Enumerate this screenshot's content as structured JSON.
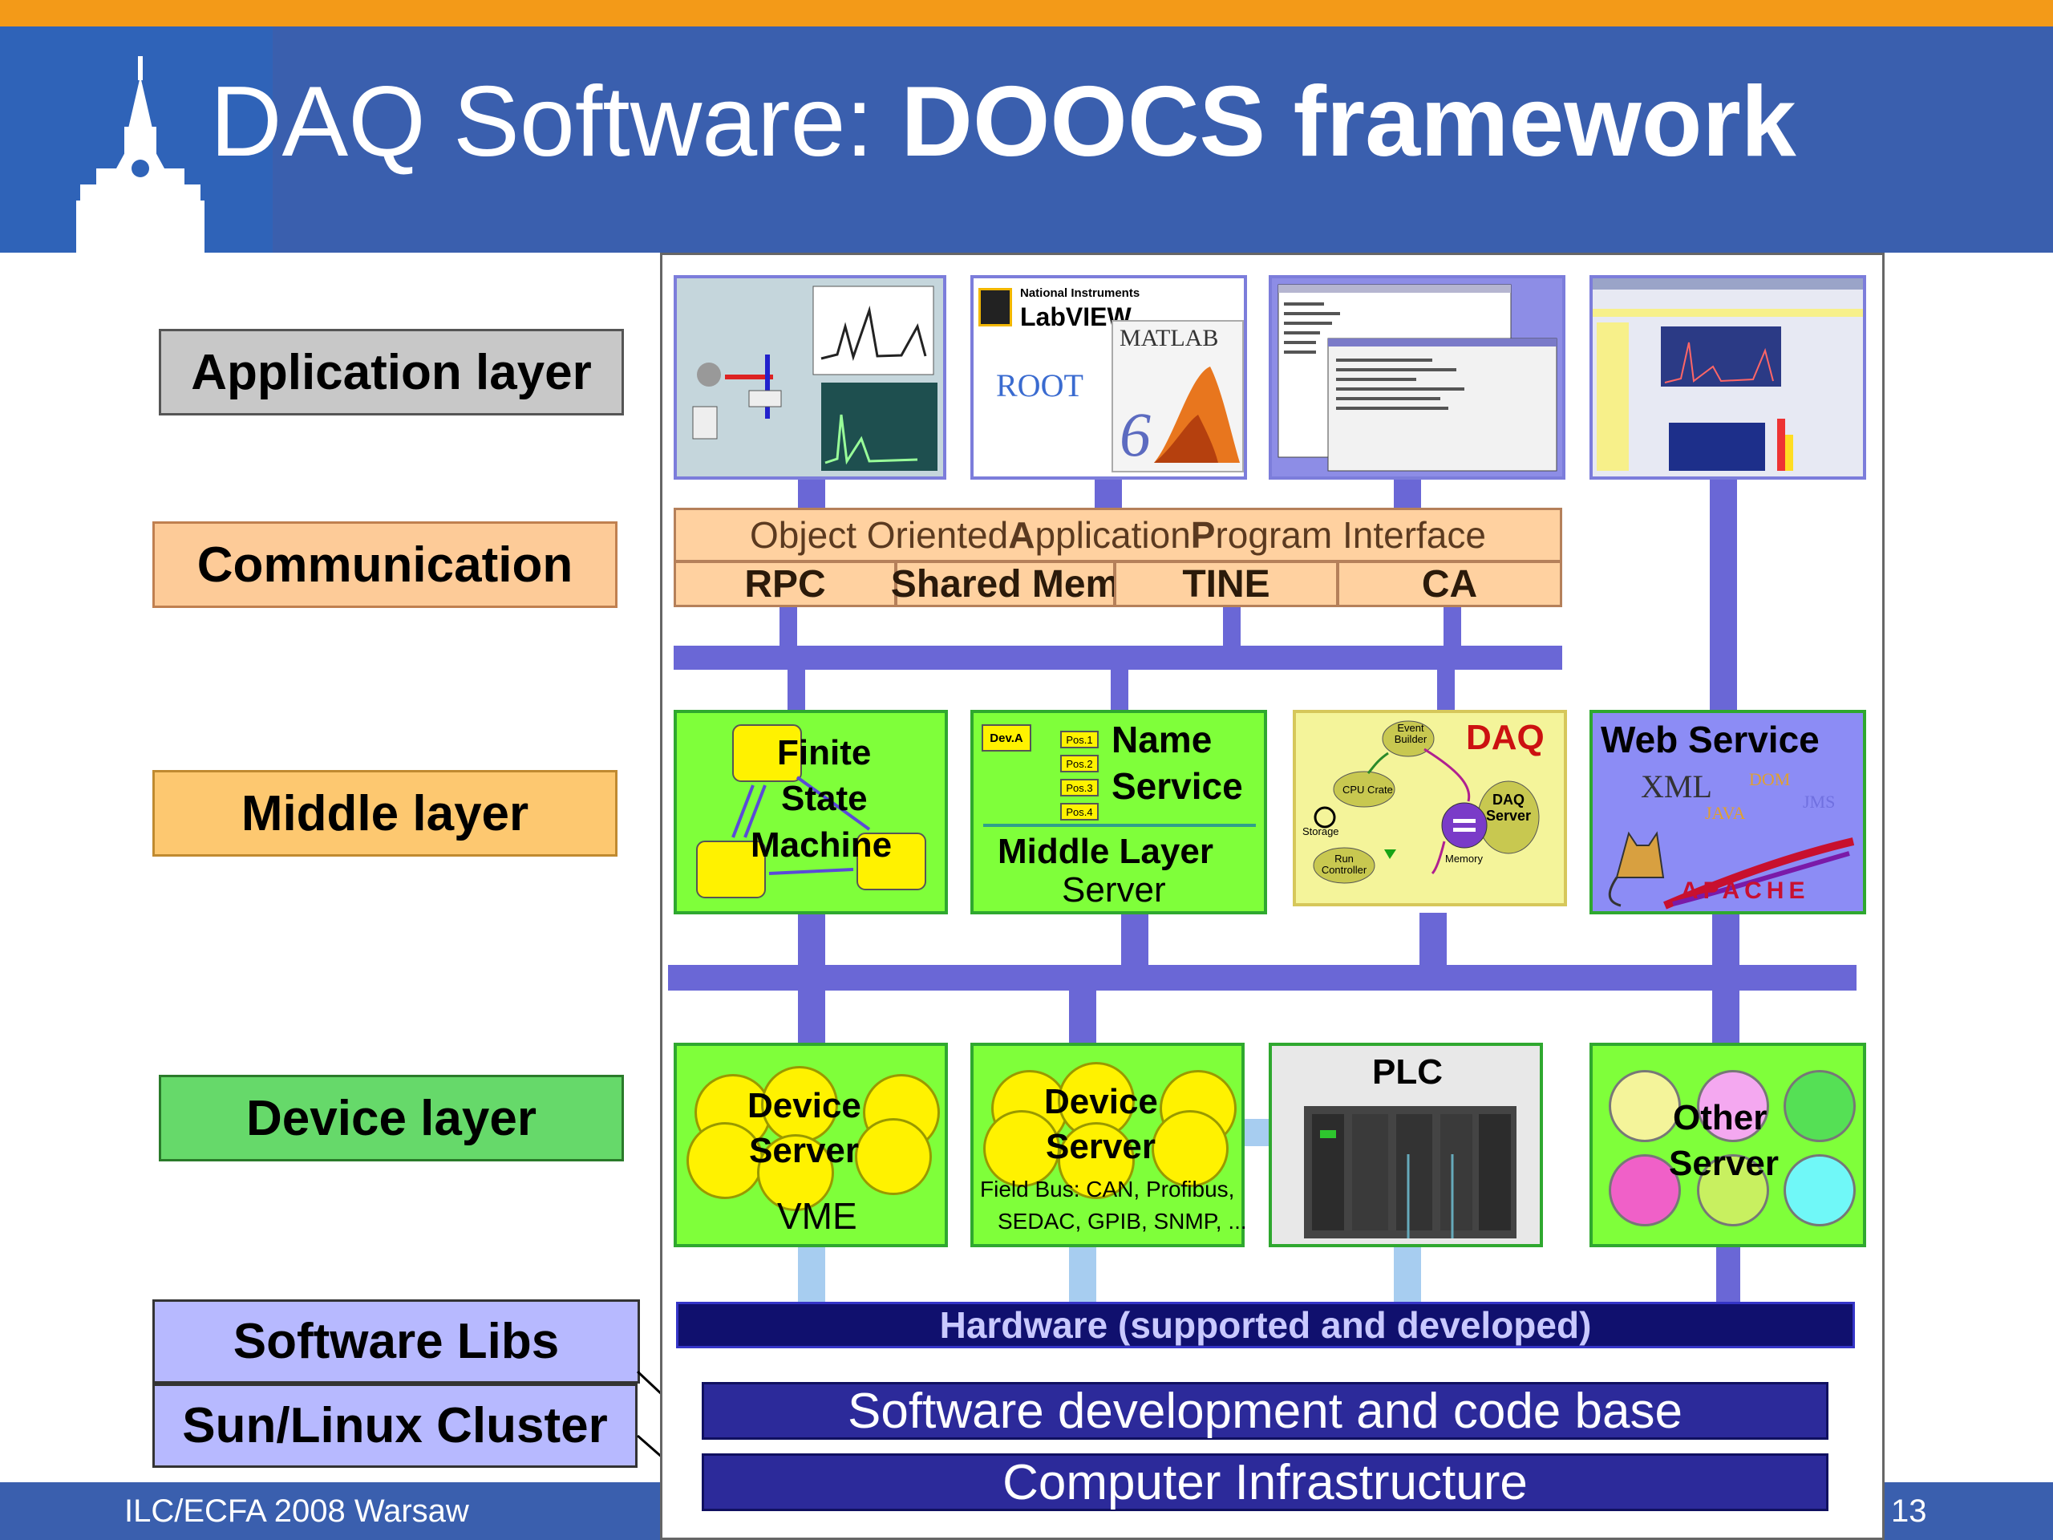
{
  "slide": {
    "title_prefix": "DAQ Software: ",
    "title_bold": "DOOCS framework",
    "footer_left": "ILC/ECFA 2008 Warsaw",
    "page_number": "13"
  },
  "layers": [
    {
      "label": "Application layer",
      "color": "#c8c8c8"
    },
    {
      "label": "Communication",
      "color": "#fdcb98"
    },
    {
      "label": "Middle layer",
      "color": "#fdc870"
    },
    {
      "label": "Device layer",
      "color": "#66d96a"
    },
    {
      "label": "Software Libs",
      "color": "#b7b9ff"
    },
    {
      "label": "Sun/Linux Cluster",
      "color": "#b7b9ff"
    }
  ],
  "application_layer": {
    "labview": "LabVIEW",
    "national_instruments": "National Instruments",
    "matlab": "MATLAB",
    "matlab_version": "6",
    "root": "ROOT"
  },
  "communication": {
    "api_prefix": "Object Oriented ",
    "api_a": "A",
    "api_mid": "pplication ",
    "api_p": "P",
    "api_suffix": "rogram Interface",
    "protocols": [
      "RPC",
      "Shared Mem",
      "TINE",
      "CA"
    ]
  },
  "middle_layer": {
    "fsm": [
      "Finite",
      "State",
      "Machine"
    ],
    "name_service": [
      "Name",
      "Service"
    ],
    "middle_layer_server": [
      "Middle Layer",
      "Server"
    ],
    "name_devices": [
      "Dev.A",
      "Pos.1",
      "Pos.2",
      "Pos.3",
      "Pos.4"
    ],
    "daq": "DAQ",
    "daq_parts": [
      "Event Builder",
      "DAQ Server",
      "Memory",
      "Storage",
      "Run Controller",
      "CPU Crate"
    ],
    "web_service": "Web Service",
    "web_terms": [
      "XML",
      "DOM",
      "JMS",
      "JAVA"
    ],
    "apache": "APACHE"
  },
  "device_layer": {
    "vme_server": [
      "Device",
      "Server"
    ],
    "vme": "VME",
    "fieldbus_server": [
      "Device",
      "Server"
    ],
    "fieldbus_note": [
      "Field Bus: CAN, Profibus,",
      "SEDAC, GPIB, SNMP, ..."
    ],
    "plc": "PLC",
    "other_server": [
      "Other",
      "Server"
    ]
  },
  "hardware": "Hardware (supported and developed)",
  "software_base": "Software development and code base",
  "computer_infrastructure": "Computer Infrastructure",
  "colors": {
    "header": "#3a5fae",
    "accent": "#f39a18",
    "bus": "#6a67d6",
    "green_box": "#7fff3a",
    "daq_box": "#f4f49a",
    "web_box": "#8c8cf5",
    "hardware": "#10106e"
  }
}
